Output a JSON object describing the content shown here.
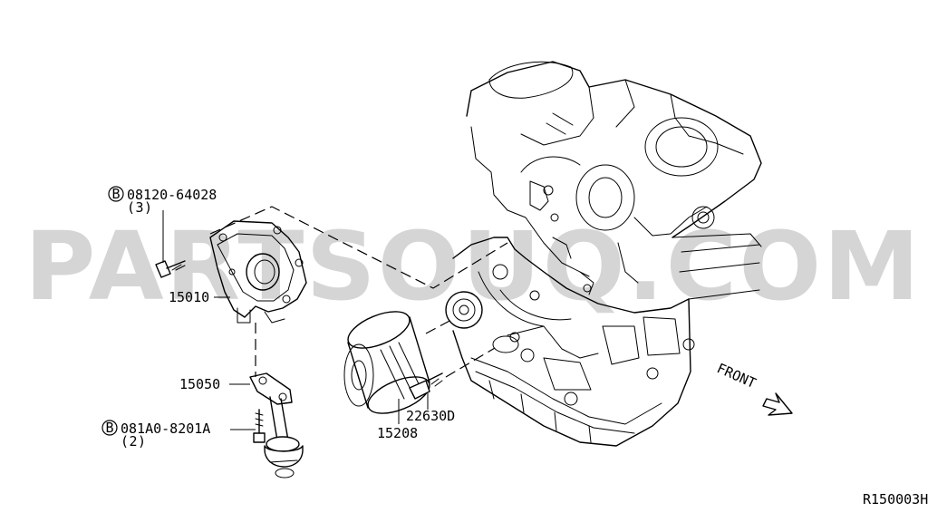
{
  "parts": {
    "bolt_top": {
      "part_no": "08120-64028",
      "qty": "(3)",
      "badge": "B"
    },
    "oil_pump": {
      "part_no": "15010"
    },
    "strainer": {
      "part_no": "15050"
    },
    "bolt_bottom": {
      "part_no": "081A0-8201A",
      "qty": "(2)",
      "badge": "B"
    },
    "oil_filter": {
      "part_no": "15208"
    },
    "pressure_switch": {
      "part_no": "22630D"
    }
  },
  "orientation_label": "FRONT",
  "diagram_ref": "R150003H",
  "watermark": "PARTSOUQ.COM"
}
